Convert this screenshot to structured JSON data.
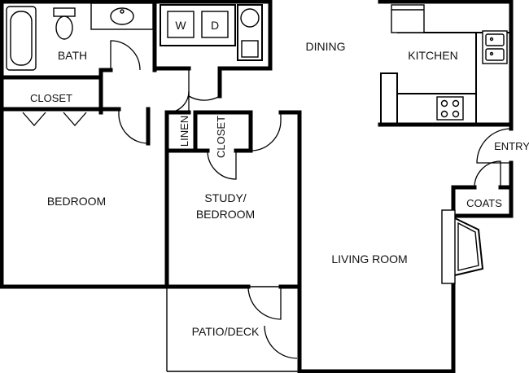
{
  "rooms": {
    "bath": "BATH",
    "dining": "DINING",
    "kitchen": "KITCHEN",
    "closet_left": "CLOSET",
    "linen": "LINEN",
    "closet_center": "CLOSET",
    "entry": "ENTRY",
    "bedroom": "BEDROOM",
    "study_line1": "STUDY/",
    "study_line2": "BEDROOM",
    "coats": "COATS",
    "living_room": "LIVING ROOM",
    "patio": "PATIO/DECK"
  },
  "appliances": {
    "washer": "W",
    "dryer": "D"
  }
}
